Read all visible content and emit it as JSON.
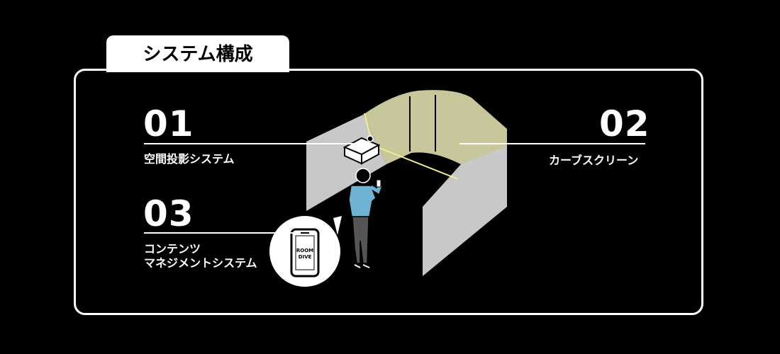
{
  "header": {
    "title": "システム構成"
  },
  "items": [
    {
      "number": "01",
      "label": "空間投影システム"
    },
    {
      "number": "02",
      "label": "カーブスクリーン"
    },
    {
      "number": "03",
      "label_line1": "コンテンツ",
      "label_line2": "マネジメントシステム"
    }
  ],
  "phone": {
    "logo_line1": "ROOM",
    "logo_line2": "DIVE"
  },
  "colors": {
    "background": "#000000",
    "foreground": "#ffffff",
    "screen_outer": "#c8c8c8",
    "screen_inner": "#c7c79b",
    "light_beam": "#f2ef8a",
    "person_shirt": "#6fb3d2"
  }
}
